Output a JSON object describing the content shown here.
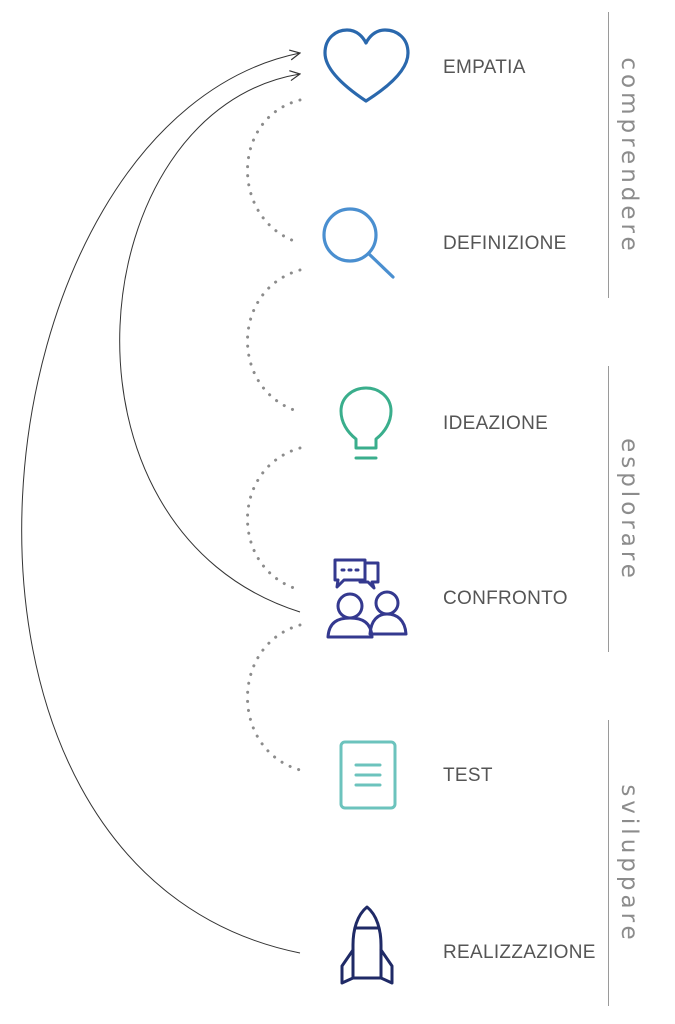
{
  "steps": [
    {
      "label": "EMPATIA",
      "icon": "heart-icon",
      "color": "#2a68ad"
    },
    {
      "label": "DEFINIZIONE",
      "icon": "magnifier-icon",
      "color": "#4a8fd0"
    },
    {
      "label": "IDEAZIONE",
      "icon": "lightbulb-icon",
      "color": "#3aae8c"
    },
    {
      "label": "CONFRONTO",
      "icon": "people-chat-icon",
      "color": "#34398f"
    },
    {
      "label": "TEST",
      "icon": "document-icon",
      "color": "#6cc3bd"
    },
    {
      "label": "REALIZZAZIONE",
      "icon": "rocket-icon",
      "color": "#1f2a66"
    }
  ],
  "phases": [
    {
      "label": "comprendere"
    },
    {
      "label": "esplorare"
    },
    {
      "label": "sviluppare"
    }
  ],
  "colors": {
    "text": "#555555",
    "phase_text": "#8c8c8c",
    "phase_line": "#9a9a9a",
    "dotted_connector": "#8c8c8c",
    "feedback_arrow": "#333333"
  }
}
